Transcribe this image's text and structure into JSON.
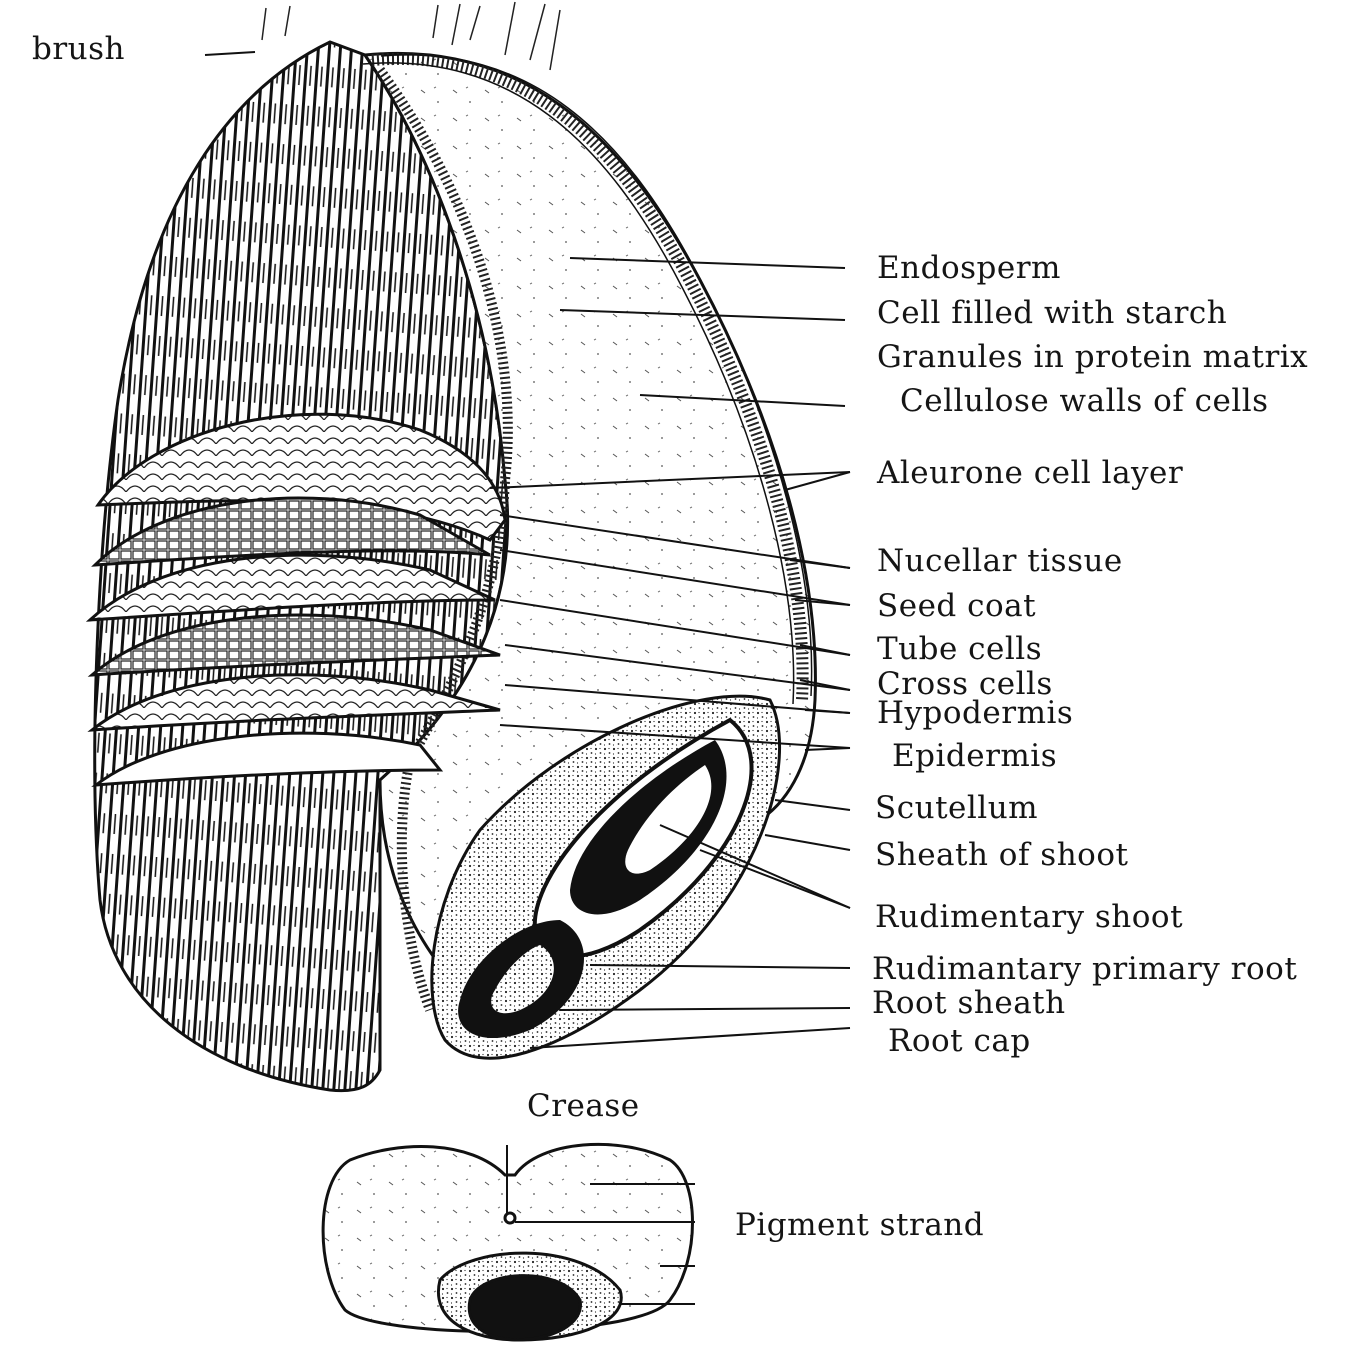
{
  "labels": {
    "brush": "brush",
    "endosperm": "Endosperm",
    "cell_filled": "Cell filled with starch",
    "granules": "Granules in protein matrix",
    "cellulose": "Cellulose  walls  of  cells",
    "aleurone": "Aleurone  cell  layer",
    "nucellar": "Nucellar  tissue",
    "seed_coat": "Seed  coat",
    "tube_cells": "Tube  cells",
    "cross_cells": "Cross  cells",
    "hypodermis": "Hypodermis",
    "epidermis": "Epidermis",
    "scutellum": "Scutellum",
    "sheath_shoot": "Sheath of shoot",
    "rud_shoot": "Rudimentary shoot",
    "rud_root": "Rudimantary primary  root",
    "root_sheath": "Root  sheath",
    "root_cap": "Root  cap",
    "crease": "Crease",
    "pigment": "Pigment  strand"
  },
  "colors": {
    "ink": "#151515",
    "paper": "#ffffff"
  }
}
